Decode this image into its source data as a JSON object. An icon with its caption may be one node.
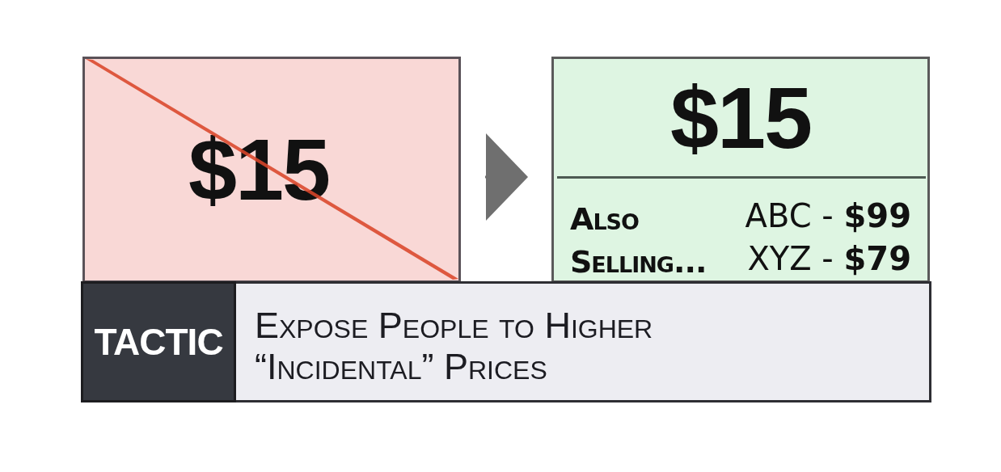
{
  "diagram": {
    "nodes": [
      {
        "text": [
          "$15"
        ]
      },
      {
        "text": [
          "$15",
          "Also Selling...",
          "ABC - **$99**",
          "XYZ - **$79**"
        ]
      },
      {
        "text": [
          "Expose People to Higher “Incidental” Prices"
        ]
      },
      {
        "text": [
          "TACTIC"
        ],
        "in": 2
      }
    ],
    "edges": [
      {
        "from": 0,
        "to": 1,
        "arrow": "to"
      }
    ]
  }
}
